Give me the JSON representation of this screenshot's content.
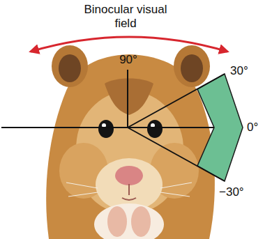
{
  "diagram": {
    "labels": [
      "Binocular visual field",
      "90°",
      "30°",
      "0°",
      "−30°"
    ]
  }
}
